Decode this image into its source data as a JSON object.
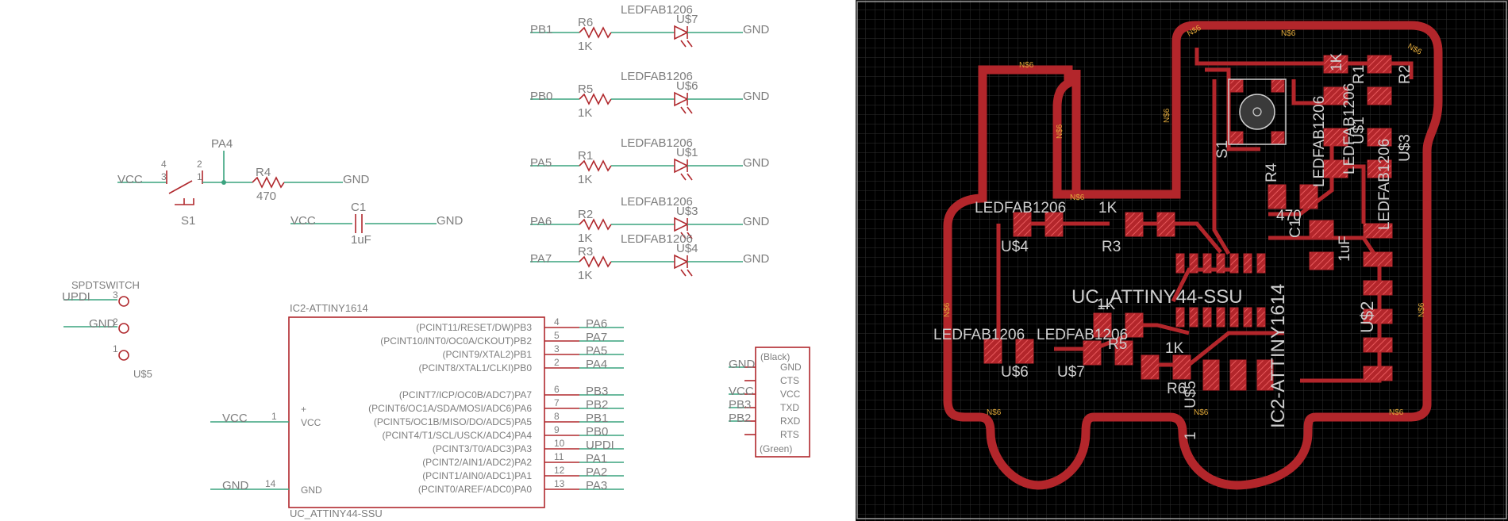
{
  "schematic": {
    "led_rows": [
      {
        "net": "PB1",
        "resistor": "R6",
        "resistor_value": "1K",
        "led_type": "LEDFAB1206",
        "led_name": "U$7",
        "gnd": "GND"
      },
      {
        "net": "PB0",
        "resistor": "R5",
        "resistor_value": "1K",
        "led_type": "LEDFAB1206",
        "led_name": "U$6",
        "gnd": "GND"
      },
      {
        "net": "PA5",
        "resistor": "R1",
        "resistor_value": "1K",
        "led_type": "LEDFAB1206",
        "led_name": "U$1",
        "gnd": "GND"
      },
      {
        "net": "PA6",
        "resistor": "R2",
        "resistor_value": "1K",
        "led_type": "LEDFAB1206",
        "led_name": "U$3",
        "gnd": "GND"
      },
      {
        "net": "PA7",
        "resistor": "R3",
        "resistor_value": "1K",
        "led_type": "LEDFAB1206",
        "led_name": "U$4",
        "gnd": "GND"
      }
    ],
    "switch": {
      "vcc": "VCC",
      "net": "PA4",
      "pin_a": "4",
      "pin_b": "3",
      "pin_c": "2",
      "pin_d": "1",
      "name": "S1",
      "resistor": "R4",
      "resistor_value": "470",
      "gnd": "GND"
    },
    "capacitor": {
      "vcc": "VCC",
      "name": "C1",
      "value": "1uF",
      "gnd": "GND"
    },
    "spdt": {
      "title": "SPDTSWITCH",
      "name": "U$5",
      "pins": [
        {
          "label": "UPDI",
          "num": "3"
        },
        {
          "label": "GND",
          "num": "2"
        },
        {
          "label": "",
          "num": "1"
        }
      ]
    },
    "ic": {
      "title": "IC2-ATTINY1614",
      "bottom": "UC_ATTINY44-SSU",
      "vcc_net": "VCC",
      "vcc_pin": "1",
      "vcc_label": "VCC",
      "gnd_net": "GND",
      "gnd_pin": "14",
      "gnd_label": "GND",
      "plus": "+",
      "pins_top": [
        {
          "name": "(PCINT11/RESET/DW)PB3",
          "num": "4",
          "net": "PA6"
        },
        {
          "name": "(PCINT10/INT0/OC0A/CKOUT)PB2",
          "num": "5",
          "net": "PA7"
        },
        {
          "name": "(PCINT9/XTAL2)PB1",
          "num": "3",
          "net": "PA5"
        },
        {
          "name": "(PCINT8/XTAL1/CLKI)PB0",
          "num": "2",
          "net": "PA4"
        }
      ],
      "pins_bottom": [
        {
          "name": "(PCINT7/ICP/OC0B/ADC7)PA7",
          "num": "6",
          "net": "PB3"
        },
        {
          "name": "(PCINT6/OC1A/SDA/MOSI/ADC6)PA6",
          "num": "7",
          "net": "PB2"
        },
        {
          "name": "(PCINT5/OC1B/MISO/DO/ADC5)PA5",
          "num": "8",
          "net": "PB1"
        },
        {
          "name": "(PCINT4/T1/SCL/USCK/ADC4)PA4",
          "num": "9",
          "net": "PB0"
        },
        {
          "name": "(PCINT3/T0/ADC3)PA3",
          "num": "10",
          "net": "UPDI"
        },
        {
          "name": "(PCINT2/AIN1/ADC2)PA2",
          "num": "11",
          "net": "PA1"
        },
        {
          "name": "(PCINT1/AIN0/ADC1)PA1",
          "num": "12",
          "net": "PA2"
        },
        {
          "name": "(PCINT0/AREF/ADC0)PA0",
          "num": "13",
          "net": "PA3"
        }
      ]
    },
    "ftdi": {
      "top": "(Black)",
      "bottom": "(Green)",
      "pins": [
        {
          "net": "GND",
          "label": "GND"
        },
        {
          "net": "",
          "label": "CTS"
        },
        {
          "net": "VCC",
          "label": "VCC"
        },
        {
          "net": "PB3",
          "label": "TXD"
        },
        {
          "net": "PB2",
          "label": "RXD"
        },
        {
          "net": "",
          "label": "RTS"
        }
      ]
    }
  },
  "board": {
    "net_name": "N$6",
    "labels": {
      "led_left_top": "LEDFAB1206",
      "u4": "U$4",
      "r3_val": "1K",
      "r3": "R3",
      "mcu": "UC_ATTINY44-SSU",
      "led_left_bottom": "LEDFAB1206",
      "u6": "U$6",
      "led_mid_bottom": "LEDFAB1206",
      "u7": "U$7",
      "r5_val": "1K",
      "r5": "R5",
      "r6_val": "1K",
      "r6": "R6",
      "u5": "U$5",
      "u5_pin": "1",
      "ic2": "IC2-ATTINY1614",
      "s1": "S1",
      "r4_val": "470",
      "r4": "R4",
      "r1_val": "1K",
      "r1": "R1",
      "r2": "R2",
      "u1": "U$1",
      "u3": "U$3",
      "led_right_a": "LEDFAB1206",
      "led_right_b": "LEDFAB1206",
      "led_right_c": "LEDFAB1206",
      "c1": "C1",
      "c1_val": "1uF",
      "u2": "U$2"
    },
    "colors": {
      "background": "#000000",
      "grid": "#2f2f2f",
      "copper": "#b3262b",
      "copper_hatch": "#e8595c",
      "silk": "#cfcfcf",
      "frame": "#9a9a9a"
    }
  }
}
